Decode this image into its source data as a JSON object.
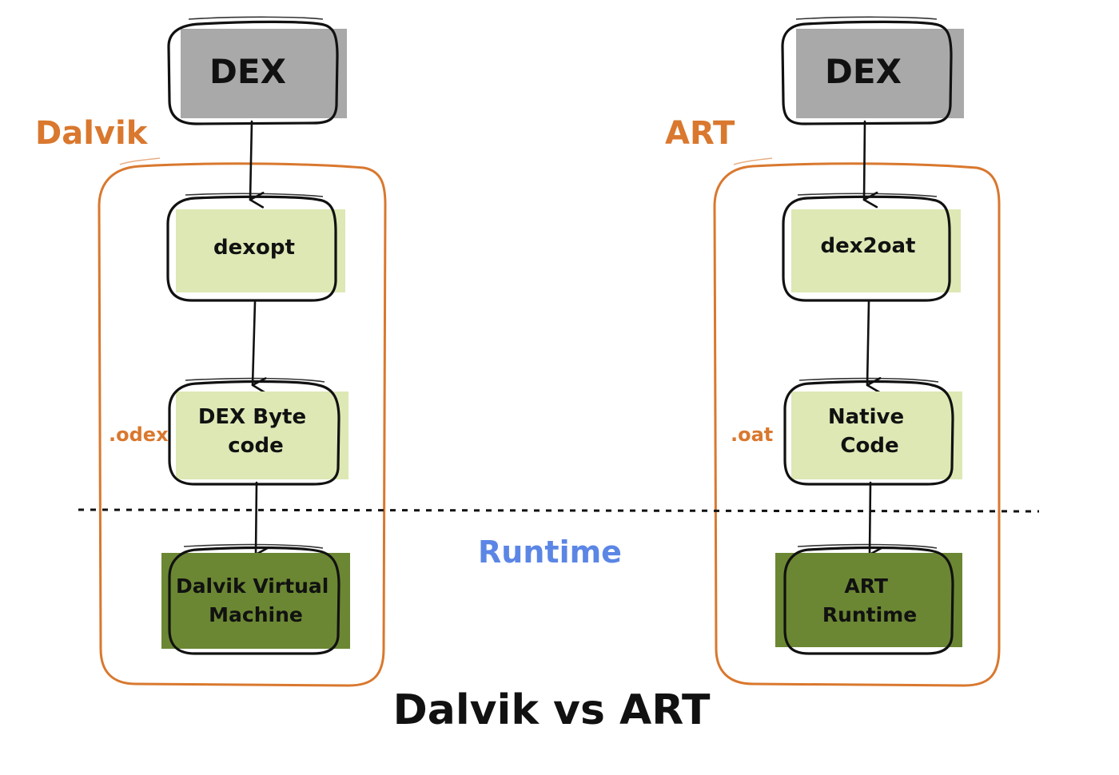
{
  "title": "Dalvik vs ART",
  "runtime_label": "Runtime",
  "colors": {
    "frame": "#d9782e",
    "dex_fill": "#a9a9a9",
    "light_green": "#dde8b4",
    "dark_green": "#6b8733",
    "runtime_text": "#5b86e5",
    "ink": "#111111"
  },
  "dalvik": {
    "label": "Dalvik",
    "dex": "DEX",
    "step1": "dexopt",
    "file_ext": ".odex",
    "step2": [
      "DEX Byte",
      "code"
    ],
    "runtime": [
      "Dalvik Virtual",
      "Machine"
    ]
  },
  "art": {
    "label": "ART",
    "dex": "DEX",
    "step1": "dex2oat",
    "file_ext": ".oat",
    "step2": [
      "Native",
      "Code"
    ],
    "runtime": [
      "ART",
      "Runtime"
    ]
  }
}
